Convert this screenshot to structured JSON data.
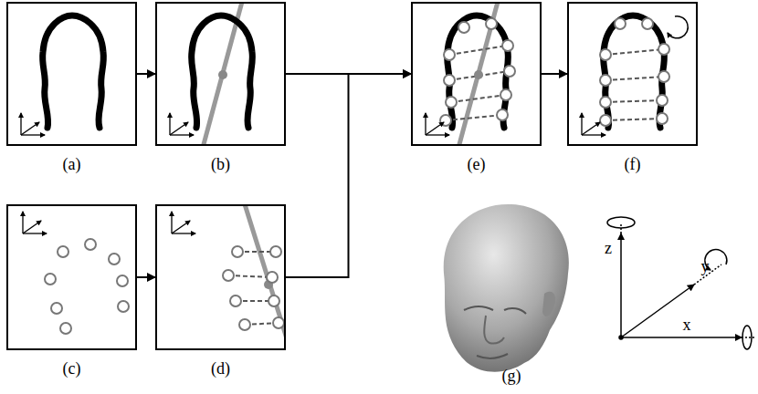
{
  "diagram": {
    "nodes": [
      {
        "text": [
          "(a)"
        ]
      },
      {
        "text": [
          "(b)"
        ]
      },
      {
        "text": [
          "(c)"
        ]
      },
      {
        "text": [
          "(d)"
        ]
      },
      {
        "text": [
          "(e)"
        ]
      },
      {
        "text": [
          "(f)"
        ]
      }
    ],
    "edges": [
      {
        "from": 0,
        "to": 1,
        "arrow": "to"
      },
      {
        "from": 1,
        "to": 4,
        "arrow": "to"
      },
      {
        "from": 2,
        "to": 3,
        "arrow": "to"
      },
      {
        "from": 3,
        "to": 4,
        "arrow": "to"
      },
      {
        "from": 4,
        "to": 5,
        "arrow": "to"
      }
    ],
    "labels": [
      "(g)",
      "z",
      "y",
      "x"
    ]
  }
}
